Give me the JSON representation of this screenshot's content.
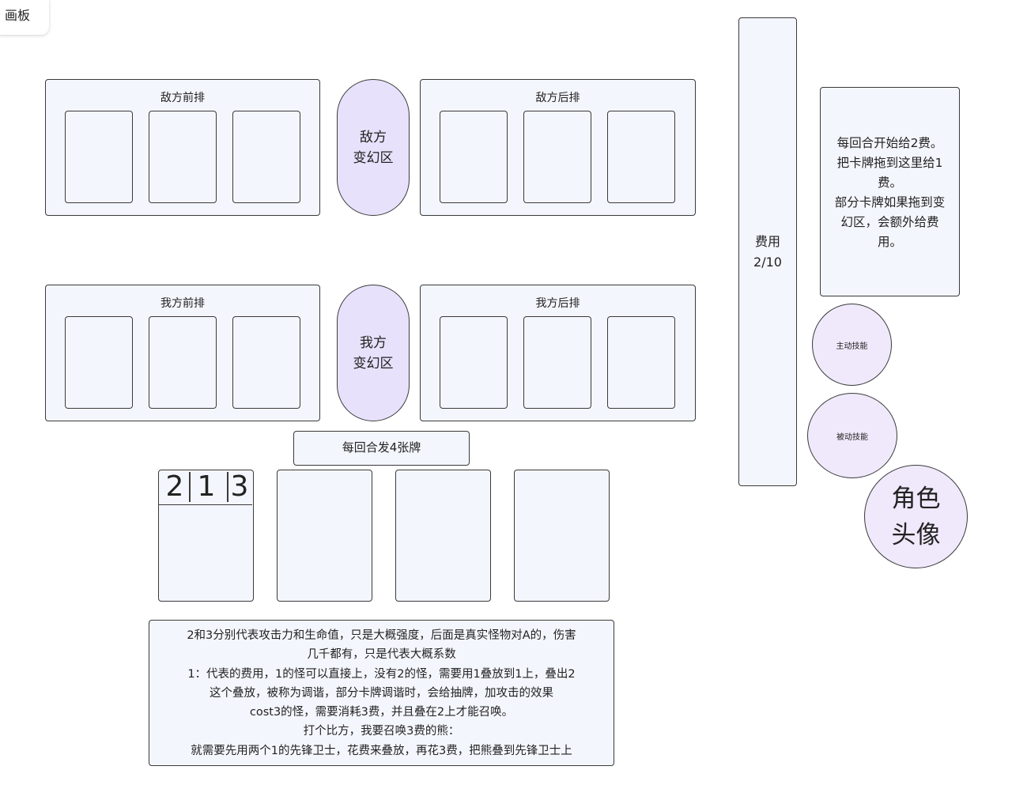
{
  "tab": {
    "label": "画板"
  },
  "enemy": {
    "front_title": "敌方前排",
    "back_title": "敌方后排",
    "transform_zone": "敌方\n变幻区"
  },
  "ally": {
    "front_title": "我方前排",
    "back_title": "我方后排",
    "transform_zone": "我方\n变幻区"
  },
  "deal_label": "每回合发4张牌",
  "hand_card": {
    "attack": "2",
    "cost": "1",
    "health": "3"
  },
  "cost_bar": {
    "label": "费用\n2/10",
    "current": 2,
    "max": 10
  },
  "cost_note": "每回合开始给2费。\n把卡牌拖到这里给1\n费。\n部分卡牌如果拖到变\n幻区，会额外给费\n用。",
  "active_skill": "主动技能",
  "passive_skill": "被动技能",
  "avatar": "角色\n头像",
  "explanation": "2和3分别代表攻击力和生命值，只是大概强度，后面是真实怪物对A的，伤害\n几千都有，只是代表大概系数\n1：代表的费用，1的怪可以直接上，没有2的怪，需要用1叠放到1上，叠出2\n这个叠放，被称为调谐，部分卡牌调谐时，会给抽牌，加攻击的效果\ncost3的怪，需要消耗3费，并且叠在2上才能召唤。\n打个比方，我要召唤3费的熊：\n就需要先用两个1的先锋卫士，花费来叠放，再花3费，把熊叠到先锋卫士上"
}
